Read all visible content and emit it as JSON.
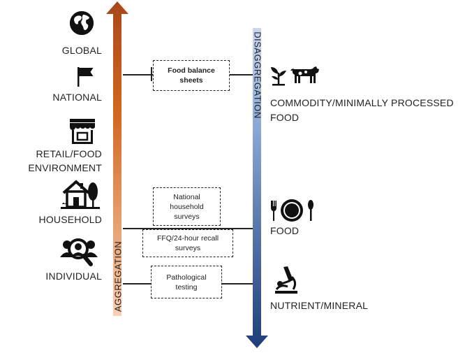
{
  "levels": {
    "global": "GLOBAL",
    "national": "NATIONAL",
    "retail_line1": "RETAIL/FOOD",
    "retail_line2": "ENVIRONMENT",
    "household": "HOUSEHOLD",
    "individual": "INDIVIDUAL"
  },
  "axes": {
    "aggregation": "AGGREGATION",
    "disaggregation": "DISAGGREGATION"
  },
  "boxes": {
    "food_balance_line1": "Food balance",
    "food_balance_line2": "sheets",
    "national_hh_line1": "National",
    "national_hh_line2": "household",
    "national_hh_line3": "surveys",
    "ffq_line1": "FFQ/24-hour recall",
    "ffq_line2": "surveys",
    "patho_line1": "Pathological",
    "patho_line2": "testing"
  },
  "right": {
    "commodity_line1": "COMMODITY/MINIMALLY PROCESSED",
    "commodity_line2": "FOOD",
    "food": "FOOD",
    "nutrient": "NUTRIENT/MINERAL"
  },
  "colors": {
    "aggregation_top": "#b4531c",
    "aggregation_bottom": "#f7c8a8",
    "disaggregation_top": "#b9cdea",
    "disaggregation_bottom": "#1f3f7a"
  },
  "icons": [
    "globe-icon",
    "flag-icon",
    "storefront-icon",
    "house-icon",
    "people-search-icon",
    "plant-icon",
    "cow-icon",
    "plate-utensils-icon",
    "microscope-icon"
  ]
}
